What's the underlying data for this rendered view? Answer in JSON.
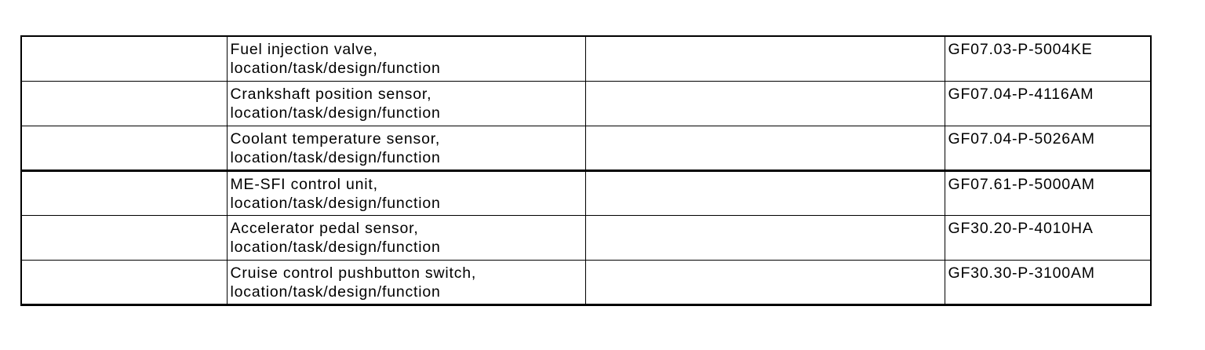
{
  "colors": {
    "background": "#ffffff",
    "border": "#000000",
    "text": "#000000"
  },
  "document": {
    "kind": "service-document-index-table",
    "columns": {
      "reference": "",
      "title": "",
      "spacer": "",
      "code": ""
    },
    "rows": [
      {
        "reference": "",
        "title": "Fuel injection valve, location/task/design/function",
        "spacer": "",
        "code": "GF07.03-P-5004KE"
      },
      {
        "reference": "",
        "title": "Crankshaft position sensor, location/task/design/function",
        "spacer": "",
        "code": "GF07.04-P-4116AM"
      },
      {
        "reference": "",
        "title": "Coolant temperature sensor, location/task/design/function",
        "spacer": "",
        "code": "GF07.04-P-5026AM"
      },
      {
        "reference": "",
        "title": "ME-SFI control unit, location/task/design/function",
        "spacer": "",
        "code": "GF07.61-P-5000AM"
      },
      {
        "reference": "",
        "title": "Accelerator pedal sensor, location/task/design/function",
        "spacer": "",
        "code": "GF30.20-P-4010HA"
      },
      {
        "reference": "",
        "title": "Cruise control pushbutton switch, location/task/design/function",
        "spacer": "",
        "code": "GF30.30-P-3100AM"
      }
    ]
  }
}
